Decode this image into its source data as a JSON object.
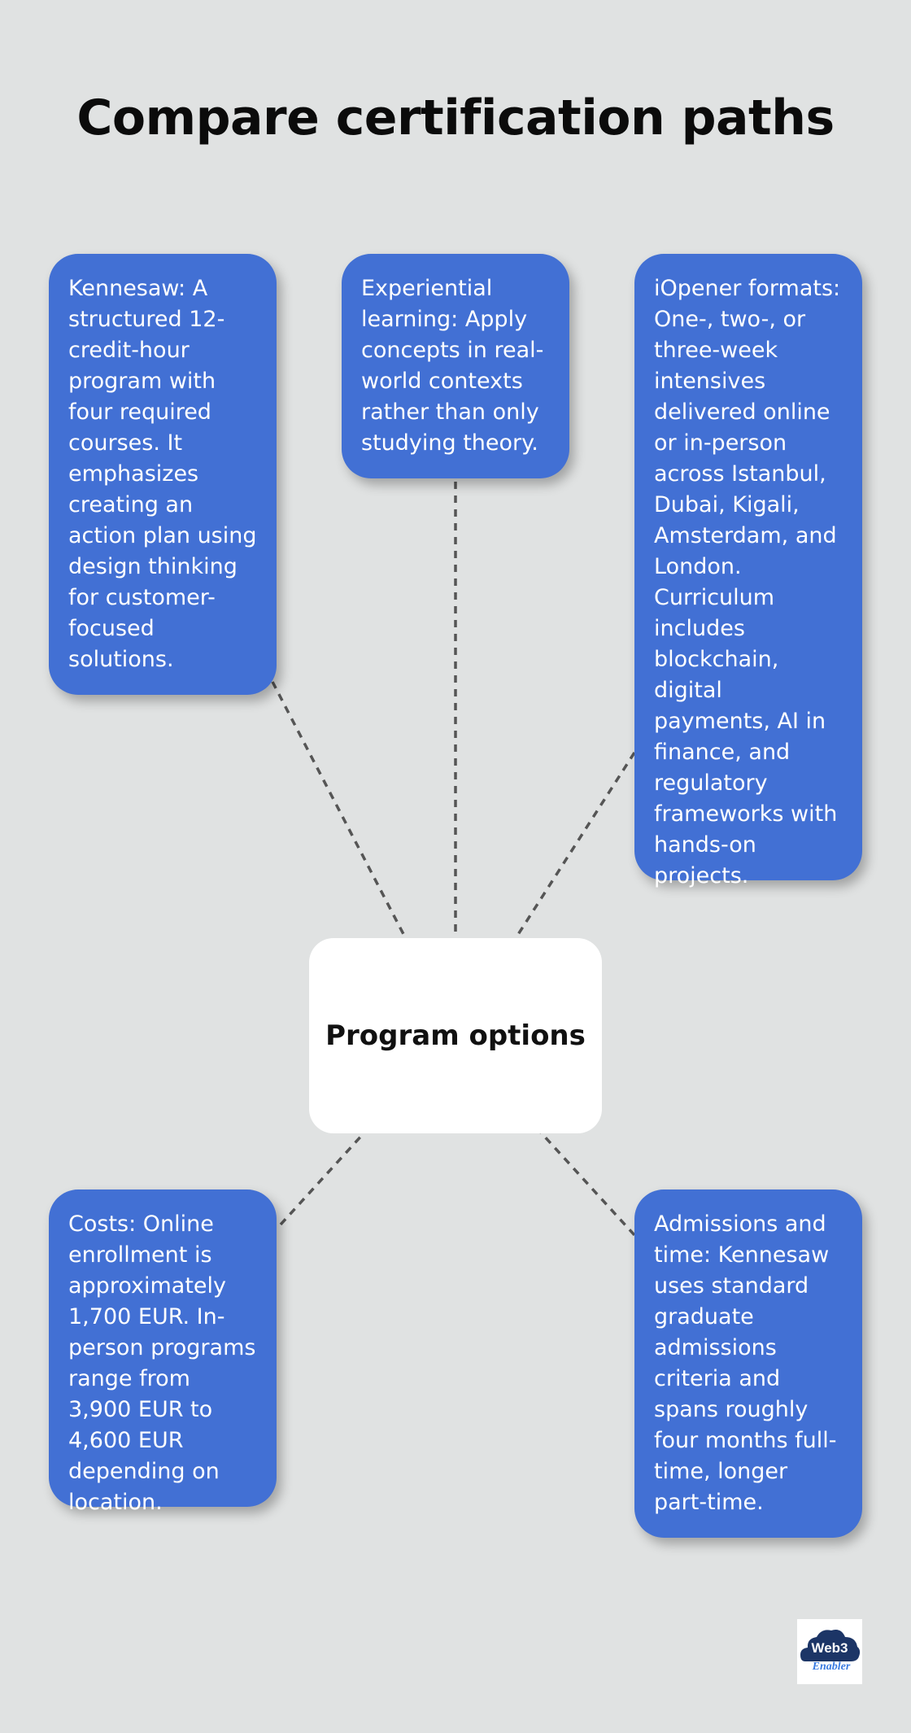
{
  "title": "Compare certification paths",
  "center_label": "Program options",
  "boxes": {
    "kennesaw": "Kennesaw: A structured 12-credit-hour program with four required courses. It emphasizes creating an action plan using design thinking for customer-focused solutions.",
    "experiential": "Experiential learning: Apply concepts in real-world contexts rather than only studying theory.",
    "iopener": "iOpener formats: One-, two-, or three-week intensives delivered online or in-person across Istanbul, Dubai, Kigali, Amsterdam, and London. Curriculum includes blockchain, digital payments, AI in finance, and regulatory frameworks with hands-on projects.",
    "costs": "Costs: Online enrollment is approximately 1,700 EUR. In-person programs range from 3,900 EUR to 4,600 EUR depending on location.",
    "admissions": "Admissions and time: Kennesaw uses standard graduate admissions criteria and spans roughly four months full-time, longer part-time."
  },
  "logo": {
    "line1": "Web3",
    "line2": "Enabler"
  },
  "colors": {
    "box": "#4270d4",
    "background": "#e0e2e2",
    "connector": "#555555"
  }
}
